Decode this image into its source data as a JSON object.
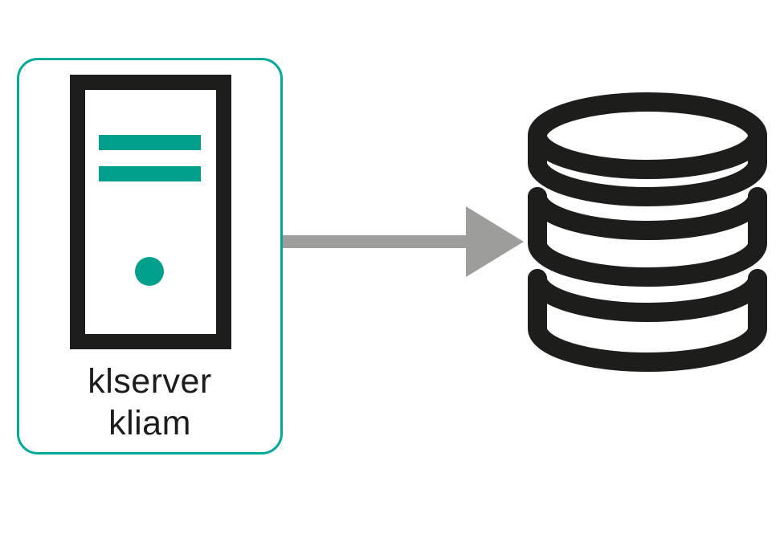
{
  "diagram": {
    "server_node": {
      "icon": "server-tower-icon",
      "label_line1": "klserver",
      "label_line2": "kliam"
    },
    "connector": {
      "icon": "arrow-right",
      "from": "server_node",
      "to": "database_node"
    },
    "database_node": {
      "icon": "database-icon"
    },
    "colors": {
      "background": "#ffffff",
      "node_border_teal": "#00ab9b",
      "accent_teal": "#00a08c",
      "icon_black": "#1d1d1b",
      "arrow_gray": "#9d9d9c",
      "label_text": "#1c1c1a"
    }
  }
}
